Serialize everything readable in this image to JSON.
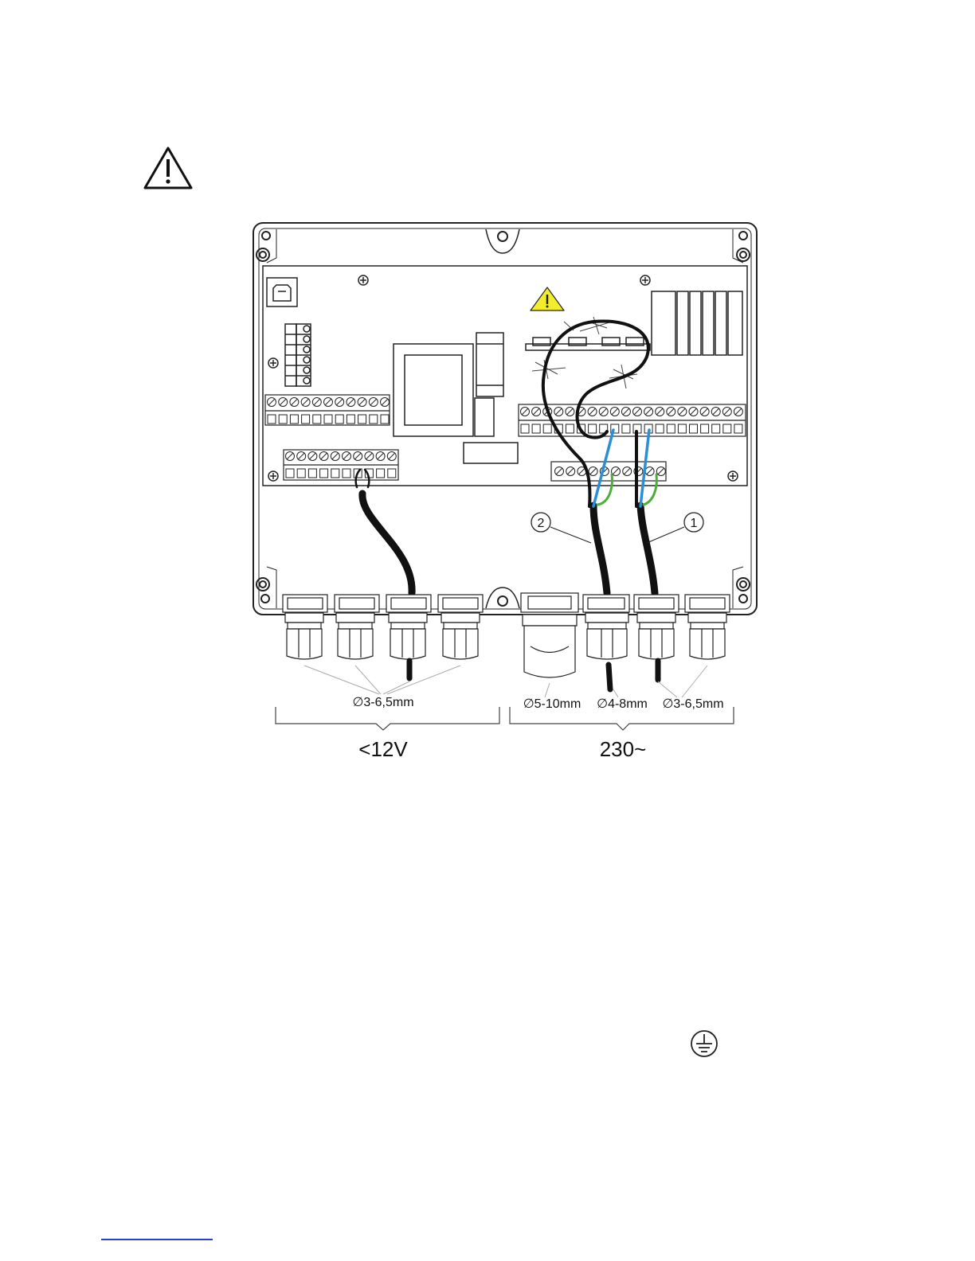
{
  "warning_icon": "warning-triangle-icon",
  "callouts": {
    "cable_2": "2",
    "cable_1": "1"
  },
  "gland_labels": {
    "low_voltage": "∅3-6,5mm",
    "large": "∅5-10mm",
    "medium": "∅4-8mm",
    "small": "∅3-6,5mm"
  },
  "sections": {
    "low_voltage": "<12V",
    "mains": "230~"
  },
  "earth_icon": "earth-ground-icon",
  "colors": {
    "wire_black": "#111111",
    "wire_blue": "#2a8fd6",
    "wire_green": "#4caf3a",
    "warning_yellow": "#f3ec2b",
    "link": "#2a3fd1"
  }
}
